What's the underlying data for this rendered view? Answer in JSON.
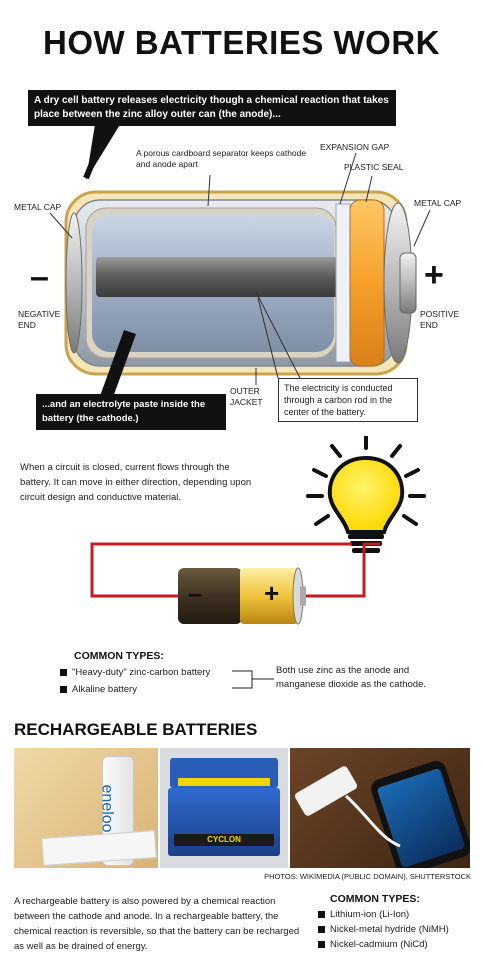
{
  "title": "HOW BATTERIES WORK",
  "callouts": {
    "anode": "A dry cell battery releases electricity though a chemical reaction that takes place between the zinc alloy outer can (the anode)...",
    "cathode": "...and an electrolyte paste inside the battery (the cathode.)"
  },
  "labels": {
    "separator": "A porous cardboard separator keeps cathode and anode apart",
    "expansion_gap": "EXPANSION GAP",
    "plastic_seal": "PLASTIC SEAL",
    "metal_cap_left": "METAL CAP",
    "metal_cap_right": "METAL CAP",
    "negative_sign": "–",
    "positive_sign": "+",
    "negative_end": "NEGATIVE END",
    "positive_end": "POSITIVE END",
    "outer_jacket": "OUTER JACKET",
    "carbon_rod": "The electricity is conducted through a carbon rod in the center of the battery."
  },
  "circuit": {
    "text": "When a circuit is closed, current flows through the battery. It can move in either direction, depending upon circuit design and conductive material.",
    "battery_minus": "–",
    "battery_plus": "+"
  },
  "common_types": {
    "heading": "COMMON TYPES:",
    "items": [
      "\"Heavy-duty\" zinc-carbon battery",
      "Alkaline battery"
    ],
    "note": "Both use zinc as the anode and manganese dioxide as the cathode."
  },
  "rechargeable": {
    "title": "RECHARGEABLE BATTERIES",
    "photo_brand_text": "eneloop",
    "photo_box_text": "CYCLON",
    "photo_credit": "PHOTOS: WIKIMEDIA (PUBLIC DOMAIN), SHUTTERSTOCK",
    "text": "A rechargeable battery is also powered by a chemical reaction between the cathode and anode. In a rechargeable battery, the chemical reaction is reversible, so that the battery can be recharged as well as be drained of energy.",
    "types_heading": "COMMON TYPES:",
    "types": [
      "Lithium-ion (Li-Ion)",
      "Nickel-metal hydride (NiMH)",
      "Nickel-cadmium (NiCd)"
    ]
  },
  "colors": {
    "wire": "#c8191e",
    "bulb": "#ffe600",
    "seal": "#f7a630",
    "jacket_gold": "#d9b65a",
    "electrolyte": "#a9b9cc"
  }
}
